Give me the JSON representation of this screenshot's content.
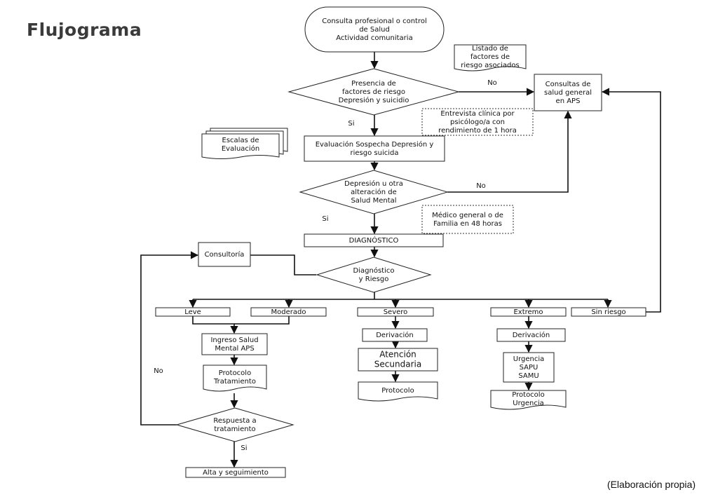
{
  "header": {
    "title": "Flujograma"
  },
  "footer": {
    "credit": "(Elaboración propia)"
  },
  "nodes": {
    "start": [
      "Consulta profesional o control",
      "de Salud",
      "Actividad comunitaria"
    ],
    "listado": [
      "Listado de",
      "factores de",
      "riesgo asociados"
    ],
    "presencia": [
      "Presencia de",
      "factores de riesgo",
      "Depresión y suicidio"
    ],
    "consultas_aps": [
      "Consultas de",
      "salud general",
      "en APS"
    ],
    "entrevista": [
      "Entrevista clínica por",
      "psicólogo/a con",
      "rendimiento de 1 hora"
    ],
    "escalas": [
      "Escalas de",
      "Evaluación"
    ],
    "evaluacion": [
      "Evaluación Sospecha Depresión y",
      "riesgo suicida"
    ],
    "depresion": [
      "Depresión u otra",
      "alteración de",
      "Salud Mental"
    ],
    "medico": [
      "Médico general o de",
      "Familia en 48 horas"
    ],
    "diagnostico": [
      "DIAGNÓSTICO"
    ],
    "consultoria": [
      "Consultoría"
    ],
    "diag_riesgo": [
      "Diagnóstico",
      "y Riesgo"
    ],
    "leve": [
      "Leve"
    ],
    "moderado": [
      "Moderado"
    ],
    "severo": [
      "Severo"
    ],
    "extremo": [
      "Extremo"
    ],
    "sin_riesgo": [
      "Sin riesgo"
    ],
    "ingreso": [
      "Ingreso Salud",
      "Mental APS"
    ],
    "protocolo_tto": [
      "Protocolo",
      "Tratamiento"
    ],
    "derivacion_sev": [
      "Derivación"
    ],
    "atencion_sec": [
      "Atención",
      "Secundaria"
    ],
    "protocolo": [
      "Protocolo"
    ],
    "derivacion_ext": [
      "Derivación"
    ],
    "urgencia": [
      "Urgencia",
      "SAPU",
      "SAMU"
    ],
    "protocolo_urg": [
      "Protocolo",
      "Urgencia"
    ],
    "respuesta": [
      "Respuesta a",
      "tratamiento"
    ],
    "alta": [
      "Alta y seguimiento"
    ]
  },
  "edge_labels": {
    "no_presencia": "No",
    "si_presencia": "Si",
    "no_depresion": "No",
    "si_depresion": "Si",
    "no_respuesta": "No",
    "si_respuesta": "Si"
  }
}
